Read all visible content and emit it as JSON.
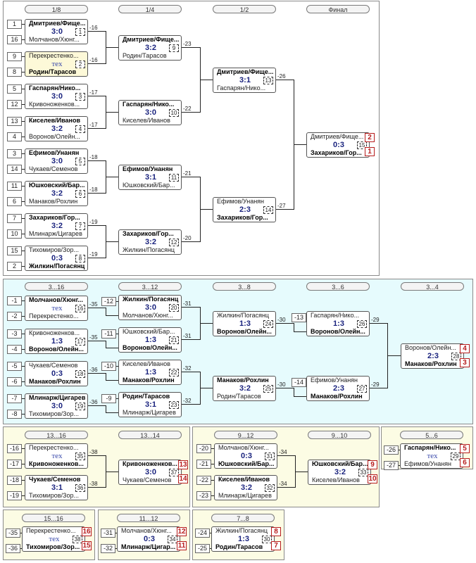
{
  "panels": {
    "main": {
      "headers": [
        "1/8",
        "1/4",
        "1/2",
        "Финал"
      ],
      "seeds": [
        "1",
        "16",
        "9",
        "8",
        "5",
        "12",
        "13",
        "4",
        "3",
        "14",
        "11",
        "6",
        "7",
        "10",
        "15",
        "2"
      ],
      "r1": [
        {
          "t1": "Дмитриев/Фище...",
          "t2": "Молчанов/Хюнг...",
          "score": "3:0",
          "num": "1",
          "w": 1,
          "ref": "-16"
        },
        {
          "t1": "Перекрестенко...",
          "t2": "Родин/Тарасов",
          "score": "тех",
          "num": "2",
          "w": 2,
          "ref": "-16"
        },
        {
          "t1": "Гаспарян/Нико...",
          "t2": "Кривоноженков...",
          "score": "3:0",
          "num": "3",
          "w": 1,
          "ref": "-17"
        },
        {
          "t1": "Киселев/Иванов",
          "t2": "Воронов/Олейн...",
          "score": "3:2",
          "num": "4",
          "w": 1,
          "ref": "-17"
        },
        {
          "t1": "Ефимов/Унанян",
          "t2": "Чукаев/Семенов",
          "score": "3:0",
          "num": "5",
          "w": 1,
          "ref": "-18"
        },
        {
          "t1": "Юшковский/Бар...",
          "t2": "Манаков/Рохлин",
          "score": "3:2",
          "num": "6",
          "w": 1,
          "ref": "-18"
        },
        {
          "t1": "Захариков/Гор...",
          "t2": "Млинарж/Цигарев",
          "score": "3:2",
          "num": "7",
          "w": 1,
          "ref": "-19"
        },
        {
          "t1": "Тихомиров/Зор...",
          "t2": "Жилкин/Погасянц",
          "score": "0:3",
          "num": "8",
          "w": 2,
          "ref": "-19"
        }
      ],
      "r2": [
        {
          "t1": "Дмитриев/Фище...",
          "t2": "Родин/Тарасов",
          "score": "3:2",
          "num": "9",
          "w": 1,
          "ref": "-23"
        },
        {
          "t1": "Гаспарян/Нико...",
          "t2": "Киселев/Иванов",
          "score": "3:0",
          "num": "10",
          "w": 1,
          "ref": "-22"
        },
        {
          "t1": "Ефимов/Унанян",
          "t2": "Юшковский/Бар...",
          "score": "3:1",
          "num": "11",
          "w": 1,
          "ref": "-21"
        },
        {
          "t1": "Захариков/Гор...",
          "t2": "Жилкин/Погасянц",
          "score": "3:2",
          "num": "12",
          "w": 1,
          "ref": "-20"
        }
      ],
      "r3": [
        {
          "t1": "Дмитриев/Фище...",
          "t2": "Гаспарян/Нико...",
          "score": "3:1",
          "num": "13",
          "w": 1,
          "ref": "-26"
        },
        {
          "t1": "Ефимов/Унанян",
          "t2": "Захариков/Гор...",
          "score": "2:3",
          "num": "14",
          "w": 2,
          "ref": "-27"
        }
      ],
      "final": {
        "t1": "Дмитриев/Фище...",
        "t2": "Захариков/Гор...",
        "score": "0:3",
        "num": "15",
        "w": 2,
        "p1": "2",
        "p2": "1"
      }
    },
    "cons": {
      "headers": [
        "3...16",
        "3...12",
        "3...8",
        "3...6",
        "3...4"
      ],
      "seeds": [
        "-1",
        "-2",
        "-3",
        "-4",
        "-5",
        "-6",
        "-7",
        "-8"
      ],
      "r1": [
        {
          "t1": "Молчанов/Хюнг...",
          "t2": "Перекрестенко...",
          "score": "тех",
          "num": "16",
          "w": 1,
          "ref": "-35"
        },
        {
          "t1": "Кривоноженков...",
          "t2": "Воронов/Олейн...",
          "score": "1:3",
          "num": "17",
          "w": 2,
          "ref": "-35"
        },
        {
          "t1": "Чукаев/Семенов",
          "t2": "Манаков/Рохлин",
          "score": "0:3",
          "num": "18",
          "w": 2,
          "ref": "-36"
        },
        {
          "t1": "Млинарж/Цигарев",
          "t2": "Тихомиров/Зор...",
          "score": "3:0",
          "num": "19",
          "w": 1,
          "ref": "-36"
        }
      ],
      "r2seeds": [
        "-12",
        "-11",
        "-10",
        "-9"
      ],
      "r2": [
        {
          "t1": "Жилкин/Погасянц",
          "t2": "Молчанов/Хюнг...",
          "score": "3:0",
          "num": "20",
          "w": 1,
          "ref": "-31"
        },
        {
          "t1": "Юшковский/Бар...",
          "t2": "Воронов/Олейн...",
          "score": "1:3",
          "num": "21",
          "w": 2,
          "ref": "-31"
        },
        {
          "t1": "Киселев/Иванов",
          "t2": "Манаков/Рохлин",
          "score": "1:3",
          "num": "22",
          "w": 2,
          "ref": "-32"
        },
        {
          "t1": "Родин/Тарасов",
          "t2": "Млинарж/Цигарев",
          "score": "3:1",
          "num": "23",
          "w": 1,
          "ref": "-32"
        }
      ],
      "r3": [
        {
          "t1": "Жилкин/Погасянц",
          "t2": "Воронов/Олейн...",
          "score": "1:3",
          "num": "24",
          "w": 2,
          "ref": "-30"
        },
        {
          "t1": "Манаков/Рохлин",
          "t2": "Родин/Тарасов",
          "score": "3:2",
          "num": "25",
          "w": 1,
          "ref": "-30"
        }
      ],
      "r4seeds": [
        "-13",
        "-14"
      ],
      "r4": [
        {
          "t1": "Гаспарян/Нико...",
          "t2": "Воронов/Олейн...",
          "score": "1:3",
          "num": "26",
          "w": 2,
          "ref": "-29"
        },
        {
          "t1": "Ефимов/Унанян",
          "t2": "Манаков/Рохлин",
          "score": "2:3",
          "num": "27",
          "w": 2,
          "ref": "-29"
        }
      ],
      "final": {
        "t1": "Воронов/Олейн...",
        "t2": "Манаков/Рохлин",
        "score": "2:3",
        "num": "28",
        "w": 2,
        "p1": "4",
        "p2": "3"
      }
    },
    "p13": {
      "headers": [
        "13...16",
        "13...14"
      ],
      "seeds": [
        "-16",
        "-17",
        "-18",
        "-19"
      ],
      "r1": [
        {
          "t1": "Перекрестенко...",
          "t2": "Кривоноженков...",
          "score": "тех",
          "num": "35",
          "w": 2,
          "ref": "-38"
        },
        {
          "t1": "Чукаев/Семенов",
          "t2": "Тихомиров/Зор...",
          "score": "3:1",
          "num": "36",
          "w": 1,
          "ref": "-38"
        }
      ],
      "final": {
        "t1": "Кривоноженков...",
        "t2": "Чукаев/Семенов",
        "score": "3:0",
        "num": "37",
        "w": 1,
        "p1": "13",
        "p2": "14"
      }
    },
    "p9": {
      "headers": [
        "9...12",
        "9...10"
      ],
      "seeds": [
        "-20",
        "-21",
        "-22",
        "-23"
      ],
      "r1": [
        {
          "t1": "Молчанов/Хюнг...",
          "t2": "Юшковский/Бар...",
          "score": "0:3",
          "num": "31",
          "w": 2,
          "ref": "-34"
        },
        {
          "t1": "Киселев/Иванов",
          "t2": "Млинарж/Цигарев",
          "score": "3:2",
          "num": "32",
          "w": 1,
          "ref": "-34"
        }
      ],
      "final": {
        "t1": "Юшковский/Бар...",
        "t2": "Киселев/Иванов",
        "score": "3:2",
        "num": "33",
        "w": 1,
        "p1": "9",
        "p2": "10"
      }
    },
    "p5": {
      "headers": [
        "5...6"
      ],
      "seeds": [
        "-26",
        "-27"
      ],
      "final": {
        "t1": "Гаспарян/Нико...",
        "t2": "Ефимов/Унанян",
        "score": "тех",
        "num": "29",
        "w": 1,
        "p1": "5",
        "p2": "6"
      }
    },
    "p15": {
      "headers": [
        "15...16"
      ],
      "seeds": [
        "-35",
        "-36"
      ],
      "final": {
        "t1": "Перекрестенко...",
        "t2": "Тихомиров/Зор...",
        "score": "тех",
        "num": "38",
        "w": 2,
        "p1": "16",
        "p2": "15"
      }
    },
    "p11": {
      "headers": [
        "11...12"
      ],
      "seeds": [
        "-31",
        "-32"
      ],
      "final": {
        "t1": "Молчанов/Хюнг...",
        "t2": "Млинарж/Цигар...",
        "score": "0:3",
        "num": "34",
        "w": 2,
        "p1": "12",
        "p2": "11"
      }
    },
    "p7": {
      "headers": [
        "7...8"
      ],
      "seeds": [
        "-24",
        "-25"
      ],
      "final": {
        "t1": "Жилкин/Погасянц",
        "t2": "Родин/Тарасов",
        "score": "1:3",
        "num": "30",
        "w": 2,
        "p1": "8",
        "p2": "7"
      }
    }
  }
}
